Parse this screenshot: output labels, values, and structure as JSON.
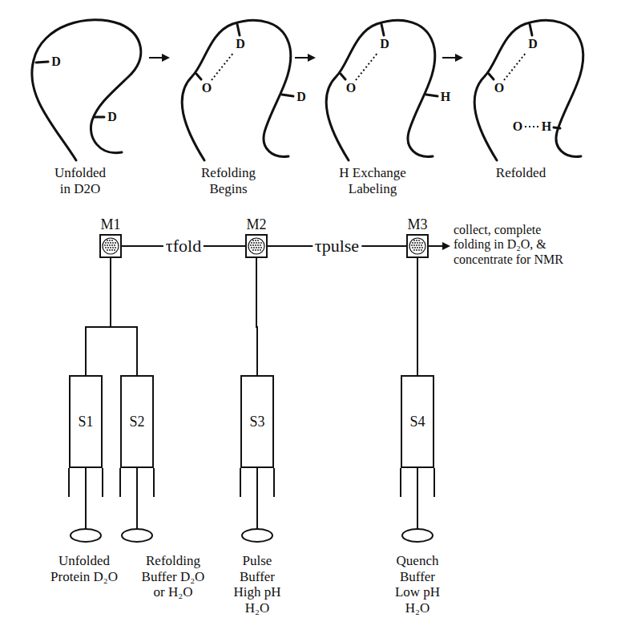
{
  "diagram": {
    "nodes": [
      {
        "text": [
          "M1"
        ]
      },
      {
        "text": [
          "M2"
        ]
      },
      {
        "text": [
          "M3"
        ]
      },
      {
        "text": [
          "S1"
        ]
      },
      {
        "text": [
          "S2"
        ]
      },
      {
        "text": [
          "S3"
        ]
      },
      {
        "text": [
          "S4"
        ]
      }
    ],
    "edges": [
      {
        "from": 0,
        "to": 1,
        "label": "τfold",
        "arrow": "none"
      },
      {
        "from": 1,
        "to": 2,
        "label": "τpulse",
        "arrow": "none"
      },
      {
        "from": 3,
        "to": 0,
        "arrow": "none"
      },
      {
        "from": 4,
        "to": 0,
        "arrow": "none"
      },
      {
        "from": 5,
        "to": 1,
        "arrow": "none"
      },
      {
        "from": 6,
        "to": 2,
        "arrow": "none"
      }
    ],
    "labels": [
      "D",
      "D",
      "D",
      "O",
      "D",
      "D",
      "O",
      "H",
      "D",
      "O",
      "O",
      "H",
      "Unfolded in D2O",
      "Refolding Begins",
      "H Exchange Labeling",
      "Refolded",
      "collect, complete folding in D₂O, & concentrate for NMR",
      "Unfolded Protein D₂O",
      "Refolding Buffer D₂O or H₂O",
      "Pulse Buffer High pH H₂O",
      "Quench Buffer Low pH H₂O"
    ]
  }
}
